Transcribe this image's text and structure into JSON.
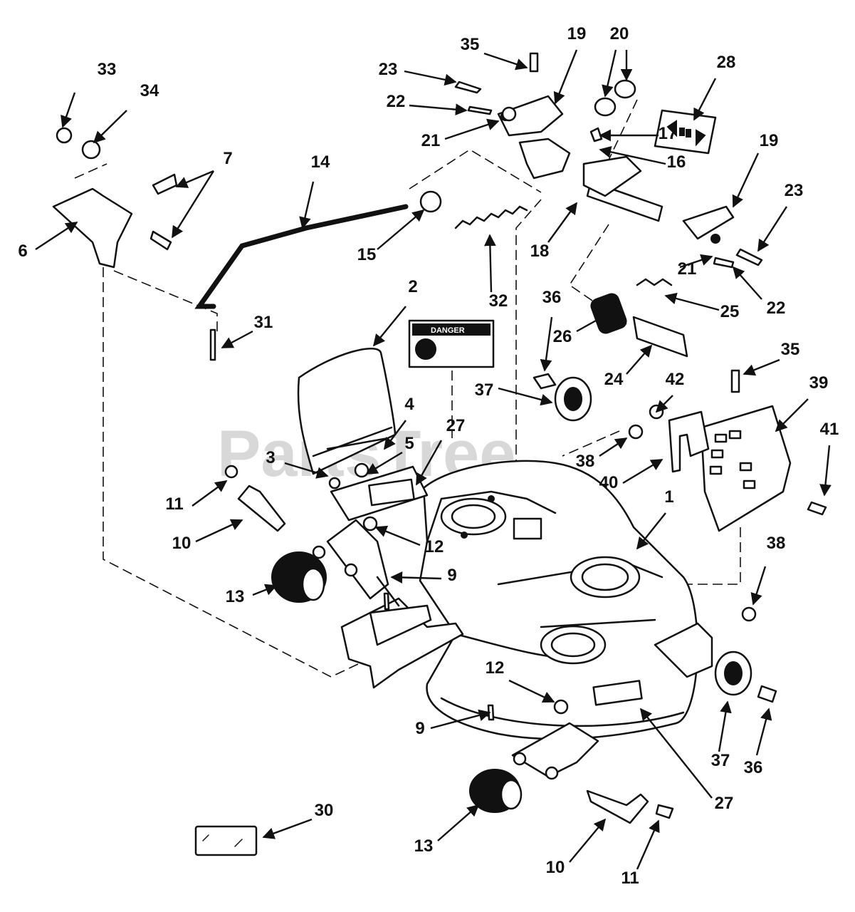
{
  "watermark": "PartsTree",
  "danger_decal": "DANGER",
  "callouts": [
    {
      "id": "c33",
      "text": "33"
    },
    {
      "id": "c34",
      "text": "34"
    },
    {
      "id": "c7",
      "text": "7"
    },
    {
      "id": "c6",
      "text": "6"
    },
    {
      "id": "c14",
      "text": "14"
    },
    {
      "id": "c15",
      "text": "15"
    },
    {
      "id": "c31",
      "text": "31"
    },
    {
      "id": "c35a",
      "text": "35"
    },
    {
      "id": "c19a",
      "text": "19"
    },
    {
      "id": "c20",
      "text": "20"
    },
    {
      "id": "c28",
      "text": "28"
    },
    {
      "id": "c23a",
      "text": "23"
    },
    {
      "id": "c22a",
      "text": "22"
    },
    {
      "id": "c21a",
      "text": "21"
    },
    {
      "id": "c17",
      "text": "17"
    },
    {
      "id": "c16",
      "text": "16"
    },
    {
      "id": "c19b",
      "text": "19"
    },
    {
      "id": "c23b",
      "text": "23"
    },
    {
      "id": "c18",
      "text": "18"
    },
    {
      "id": "c32",
      "text": "32"
    },
    {
      "id": "c21b",
      "text": "21"
    },
    {
      "id": "c22b",
      "text": "22"
    },
    {
      "id": "c25",
      "text": "25"
    },
    {
      "id": "c26",
      "text": "26"
    },
    {
      "id": "c24",
      "text": "24"
    },
    {
      "id": "c2",
      "text": "2"
    },
    {
      "id": "c36a",
      "text": "36"
    },
    {
      "id": "c37a",
      "text": "37"
    },
    {
      "id": "c35b",
      "text": "35"
    },
    {
      "id": "c39",
      "text": "39"
    },
    {
      "id": "c42",
      "text": "42"
    },
    {
      "id": "c41",
      "text": "41"
    },
    {
      "id": "c27a",
      "text": "27"
    },
    {
      "id": "c4",
      "text": "4"
    },
    {
      "id": "c5",
      "text": "5"
    },
    {
      "id": "c3",
      "text": "3"
    },
    {
      "id": "c38a",
      "text": "38"
    },
    {
      "id": "c40",
      "text": "40"
    },
    {
      "id": "c1",
      "text": "1"
    },
    {
      "id": "c11a",
      "text": "11"
    },
    {
      "id": "c10a",
      "text": "10"
    },
    {
      "id": "c12a",
      "text": "12"
    },
    {
      "id": "c9a",
      "text": "9"
    },
    {
      "id": "c13a",
      "text": "13"
    },
    {
      "id": "c38b",
      "text": "38"
    },
    {
      "id": "c12b",
      "text": "12"
    },
    {
      "id": "c9b",
      "text": "9"
    },
    {
      "id": "c37b",
      "text": "37"
    },
    {
      "id": "c36b",
      "text": "36"
    },
    {
      "id": "c27b",
      "text": "27"
    },
    {
      "id": "c30",
      "text": "30"
    },
    {
      "id": "c13b",
      "text": "13"
    },
    {
      "id": "c10b",
      "text": "10"
    },
    {
      "id": "c11b",
      "text": "11"
    }
  ]
}
